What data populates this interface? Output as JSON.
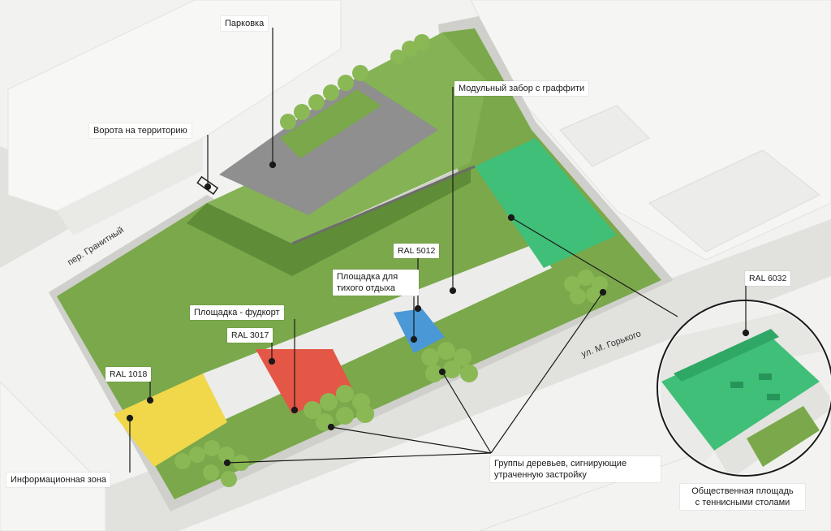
{
  "labels": {
    "parking": "Парковка",
    "gate": "Ворота на территорию",
    "graffiti_fence": "Модульный забор с граффити",
    "ral_5012": "RAL 5012",
    "quiet_area_1": "Площадка для",
    "quiet_area_2": "тихого отдыха",
    "food_court": "Площадка - фудкорт",
    "ral_3017": "RAL 3017",
    "ral_1018": "RAL 1018",
    "info_zone": "Информационная зона",
    "tree_groups_1": "Группы деревьев, сигнирующие",
    "tree_groups_2": "утраченную застройку",
    "ral_6032": "RAL 6032",
    "public_square_1": "Общественная площадь",
    "public_square_2": "с теннисными столами"
  },
  "streets": {
    "granitny": "пер. Гранитный",
    "gorkogo": "ул. М. Горького"
  },
  "colors": {
    "grass": "#79a84a",
    "grass_dark": "#5e8a36",
    "building": "#f4f4f2",
    "road": "#d9d9d6",
    "parking": "#8c8d8c",
    "yellow": "#f0d84a",
    "red": "#e45645",
    "blue": "#4a98d6",
    "green": "#3fbf77",
    "path": "#eaeae8",
    "tree": "#8ab855"
  }
}
